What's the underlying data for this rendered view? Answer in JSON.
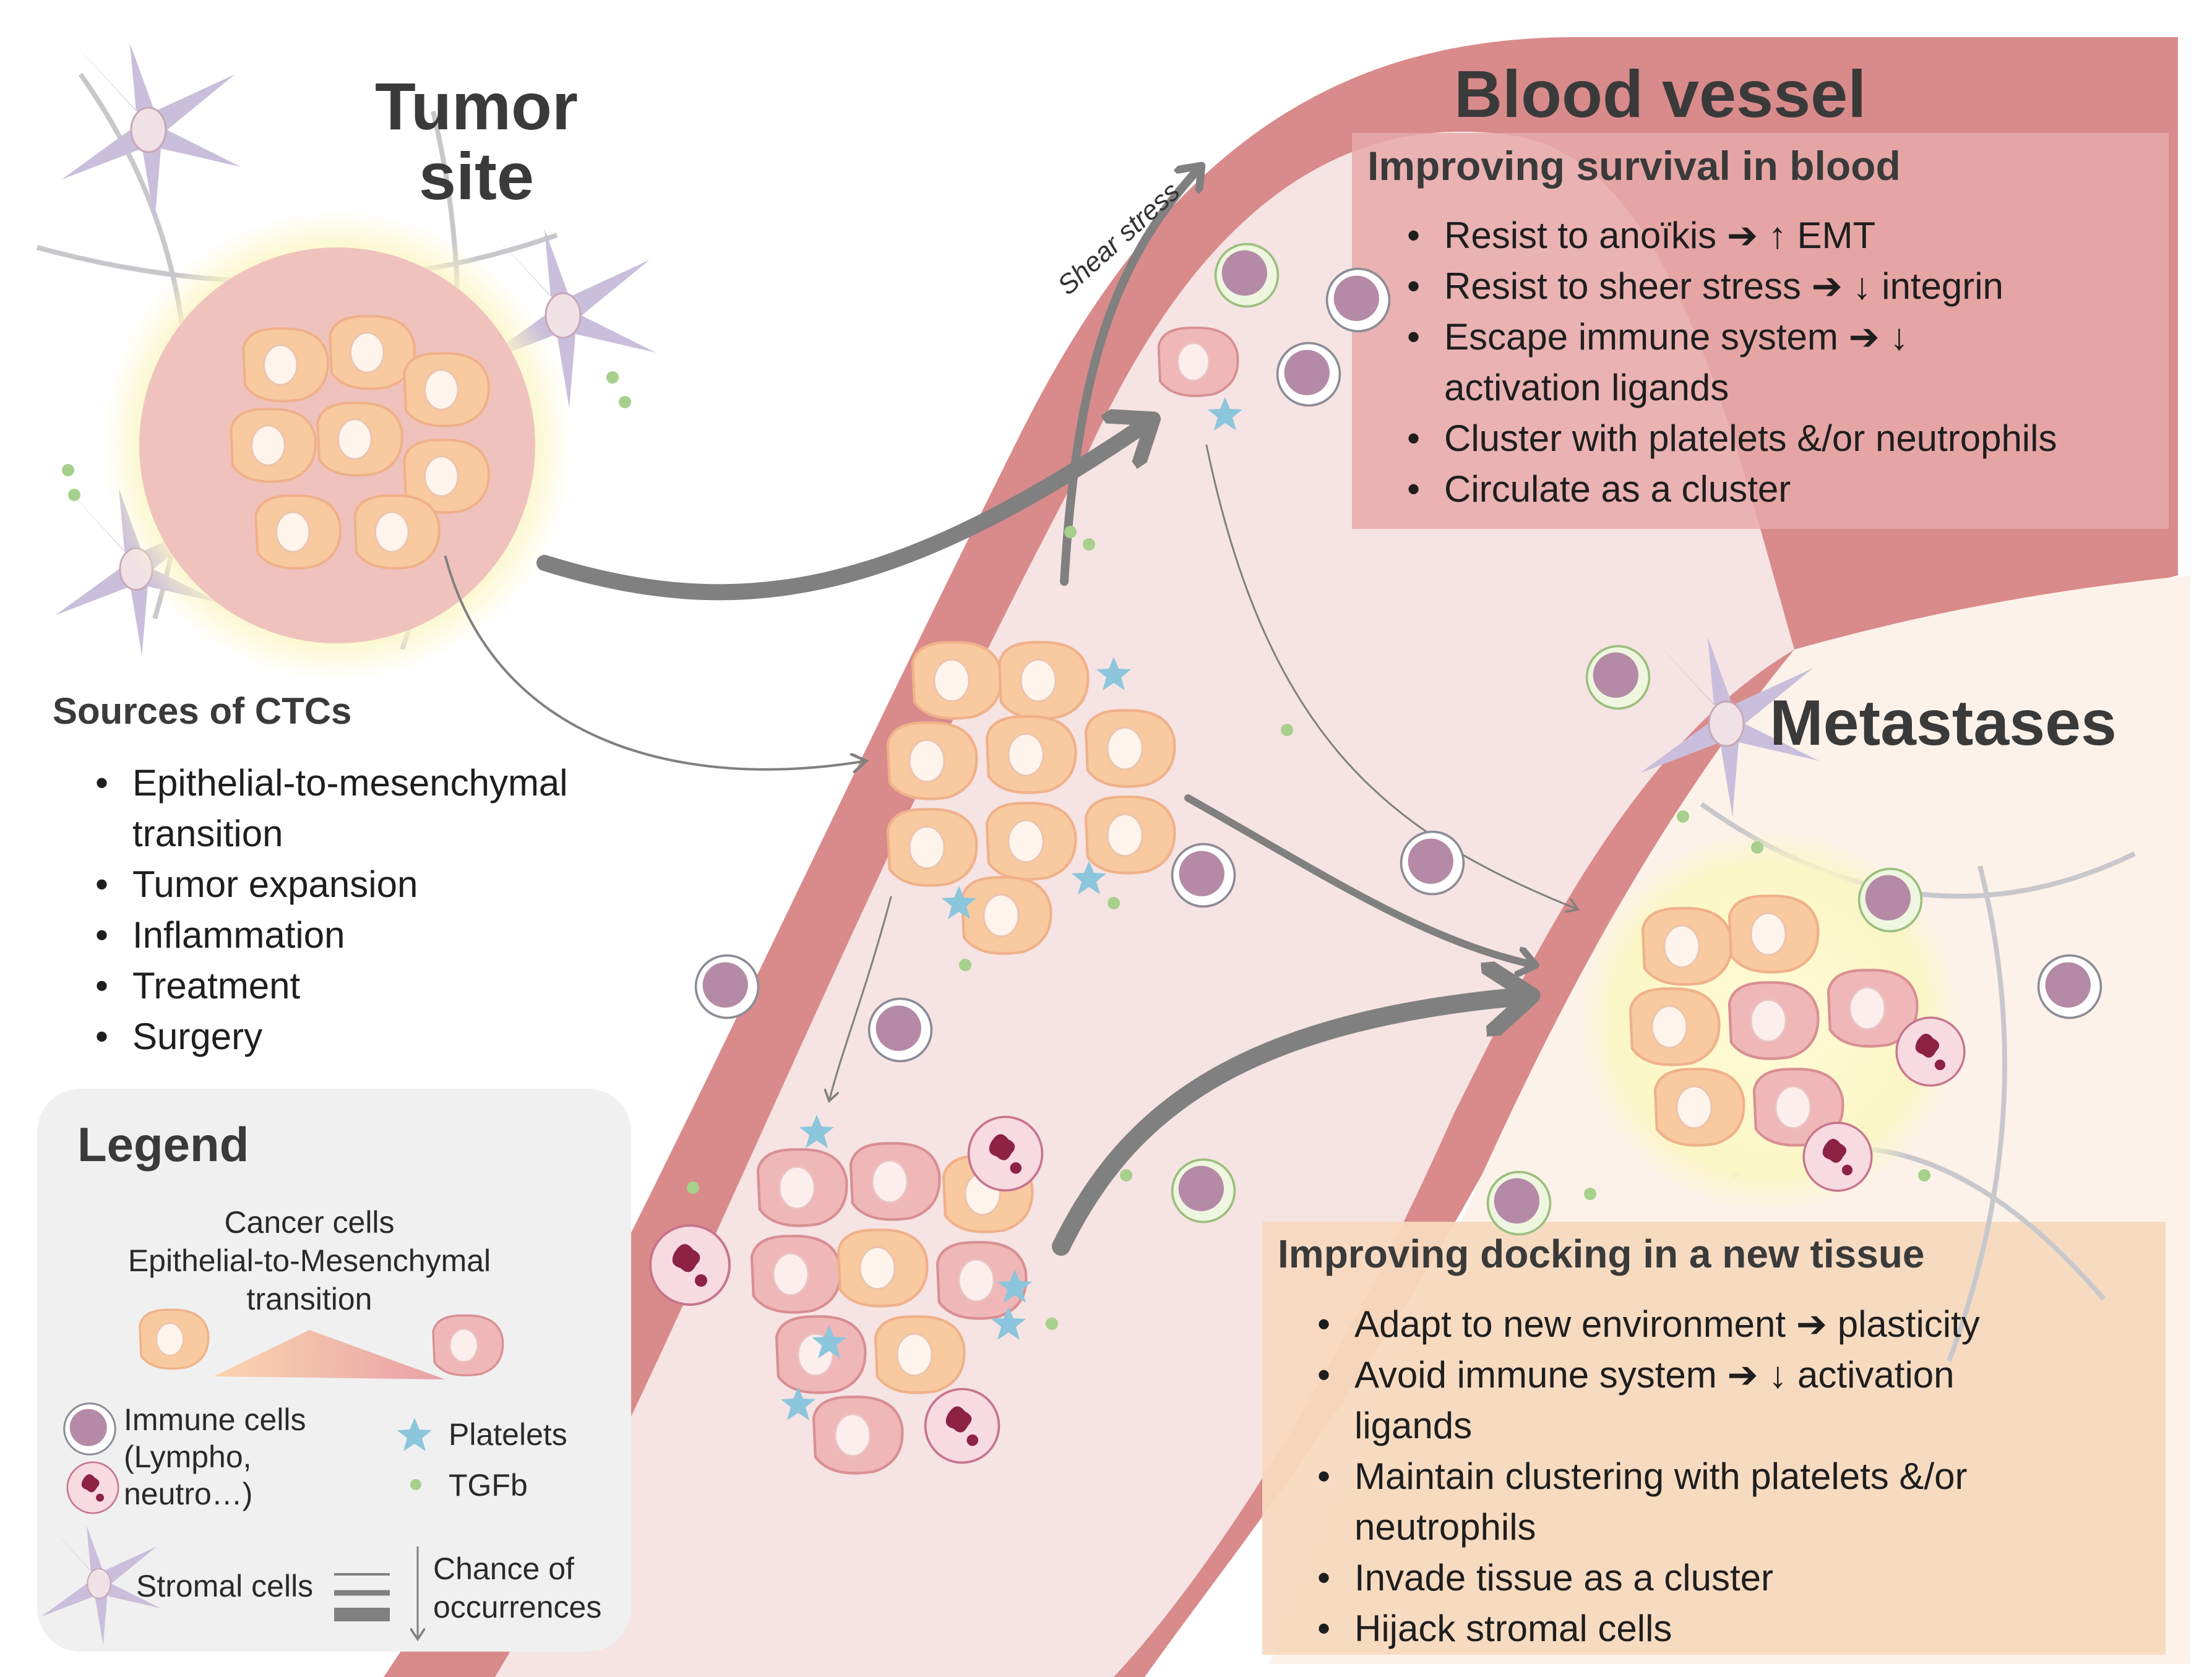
{
  "tumor_site": {
    "title_line1": "Tumor",
    "title_line2": "site"
  },
  "blood_vessel": {
    "title": "Blood vessel",
    "shear_stress": "Shear stress",
    "box_title": "Improving survival in blood",
    "items": [
      "Resist to anoïkis ➔ ↑ EMT",
      "Resist to sheer stress ➔ ↓ integrin",
      "Escape immune system ➔ ↓",
      "activation ligands",
      "Cluster with platelets &/or neutrophils",
      "Circulate as a cluster"
    ]
  },
  "sources": {
    "title": "Sources of CTCs",
    "items": [
      "Epithelial-to-mesenchymal",
      "transition",
      "Tumor expansion",
      "Inflammation",
      "Treatment",
      "Surgery"
    ]
  },
  "metastases": {
    "title": "Metastases",
    "box_title": "Improving docking in a new tissue",
    "items": [
      "Adapt to new environment ➔ plasticity",
      "Avoid immune system ➔ ↓ activation",
      "ligands",
      "Maintain clustering with platelets &/or",
      "neutrophils",
      "Invade tissue as a cluster",
      "Hijack stromal cells"
    ]
  },
  "legend": {
    "title": "Legend",
    "cancer_cells": "Cancer cells",
    "emt_line1": "Epithelial-to-Mesenchymal",
    "emt_line2": "transition",
    "immune_line1": "Immune cells",
    "immune_line2": "(Lympho,",
    "immune_line3": "neutro…)",
    "platelets": "Platelets",
    "tgfb": "TGFb",
    "stromal": "Stromal cells",
    "chance_line1": "Chance of",
    "chance_line2": "occurrences"
  },
  "colors": {
    "vessel_wall": "#d98a8a",
    "vessel_lumen": "#f6e3e3",
    "survival_box": "#e7a9a9",
    "docking_box": "#f7d9bf",
    "arrow": "#808080",
    "platelet": "#8cc6dc",
    "tgfb": "#a8d08d",
    "immune_cell": "#b58aa6"
  }
}
